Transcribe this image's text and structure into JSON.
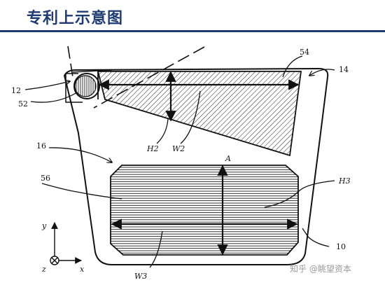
{
  "title": "专利上示意图",
  "labels": {
    "l54": "54",
    "l14": "14",
    "l12": "12",
    "l52": "52",
    "l16": "16",
    "l56": "56",
    "lH2": "H2",
    "lW2": "W2",
    "lA": "A",
    "lH3": "H3",
    "l10": "10",
    "lW3": "W3"
  },
  "axes": {
    "y": "y",
    "z": "z",
    "x": "x"
  },
  "watermark": "知乎 @眺望资本",
  "colors": {
    "title": "#1f3b73",
    "line": "#111111",
    "watermark": "#9a9a9a"
  }
}
